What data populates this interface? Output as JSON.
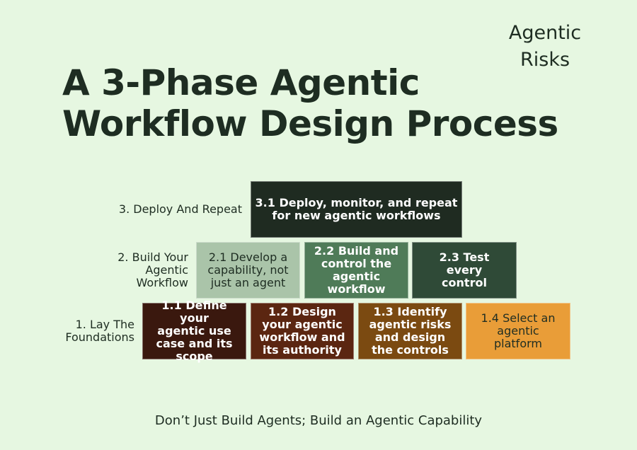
{
  "corner_label": "Agentic Risks",
  "title_line1": "A 3-Phase Agentic",
  "title_line2": "Workflow Design Process",
  "phases": [
    {
      "label": "3. Deploy And Repeat",
      "steps": [
        {
          "text": "3.1 Deploy, monitor, and repeat for new agentic workflows",
          "color": "#1f2b21"
        }
      ]
    },
    {
      "label": "2. Build Your Agentic Workflow",
      "steps": [
        {
          "text": "2.1 Develop a capability, not just an agent",
          "color": "#aac4a9"
        },
        {
          "text": "2.2 Build and control the agentic workflow",
          "color": "#4f7b58"
        },
        {
          "text": "2.3 Test every control",
          "color": "#2f4a37"
        }
      ]
    },
    {
      "label": "1. Lay The Foundations",
      "steps": [
        {
          "text": "1.1 Define your agentic use case and its scope",
          "color": "#3a180e"
        },
        {
          "text": "1.2 Design your agentic workflow and its authority",
          "color": "#5b2611"
        },
        {
          "text": "1.3 Identify agentic risks and design the controls",
          "color": "#7b4a11"
        },
        {
          "text": "1.4 Select an agentic platform",
          "color": "#e99d38"
        }
      ]
    }
  ],
  "tagline": "Don’t Just Build Agents; Build an Agentic Capability"
}
